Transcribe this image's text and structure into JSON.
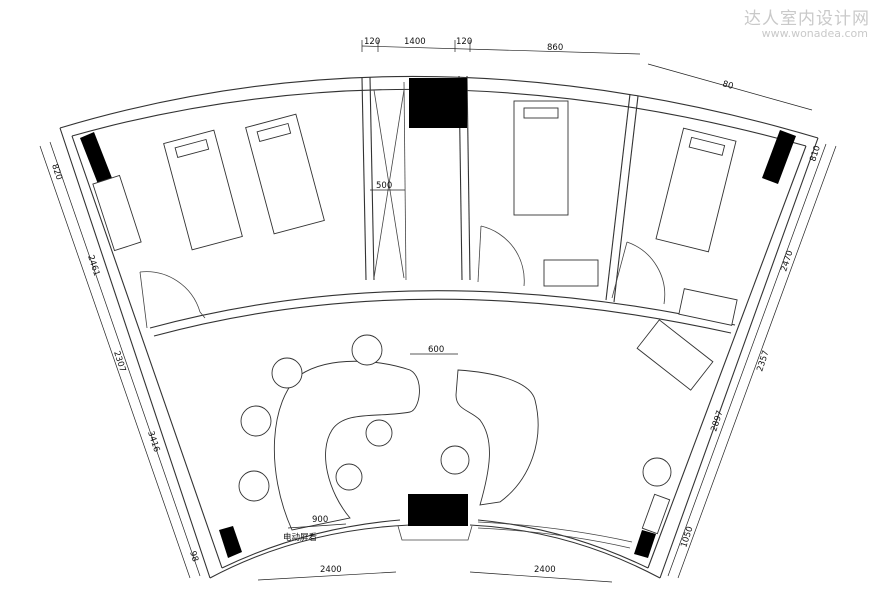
{
  "watermark": {
    "title": "达人室内设计网",
    "url": "www.wonadea.com"
  },
  "dimensions": {
    "top_left_120": "120",
    "top_1400": "1400",
    "top_right_120": "120",
    "top_860": "860",
    "top_right_80": "80",
    "corridor_500": "500",
    "center_600": "600",
    "left_820": "820",
    "left_2461": "2461",
    "left_2307": "2307",
    "left_3416": "3416",
    "left_98": "98",
    "right_810": "810",
    "right_2470": "2470",
    "right_2357": "2357",
    "right_2897": "2897",
    "right_1050": "1050",
    "bottom_900": "900",
    "bottom_left_2400": "2400",
    "bottom_right_2400": "2400"
  },
  "annotations": {
    "reception_label": "电动屏看"
  },
  "colors": {
    "line": "#333333",
    "column_fill": "#000000",
    "watermark": "#c9c9c9"
  }
}
